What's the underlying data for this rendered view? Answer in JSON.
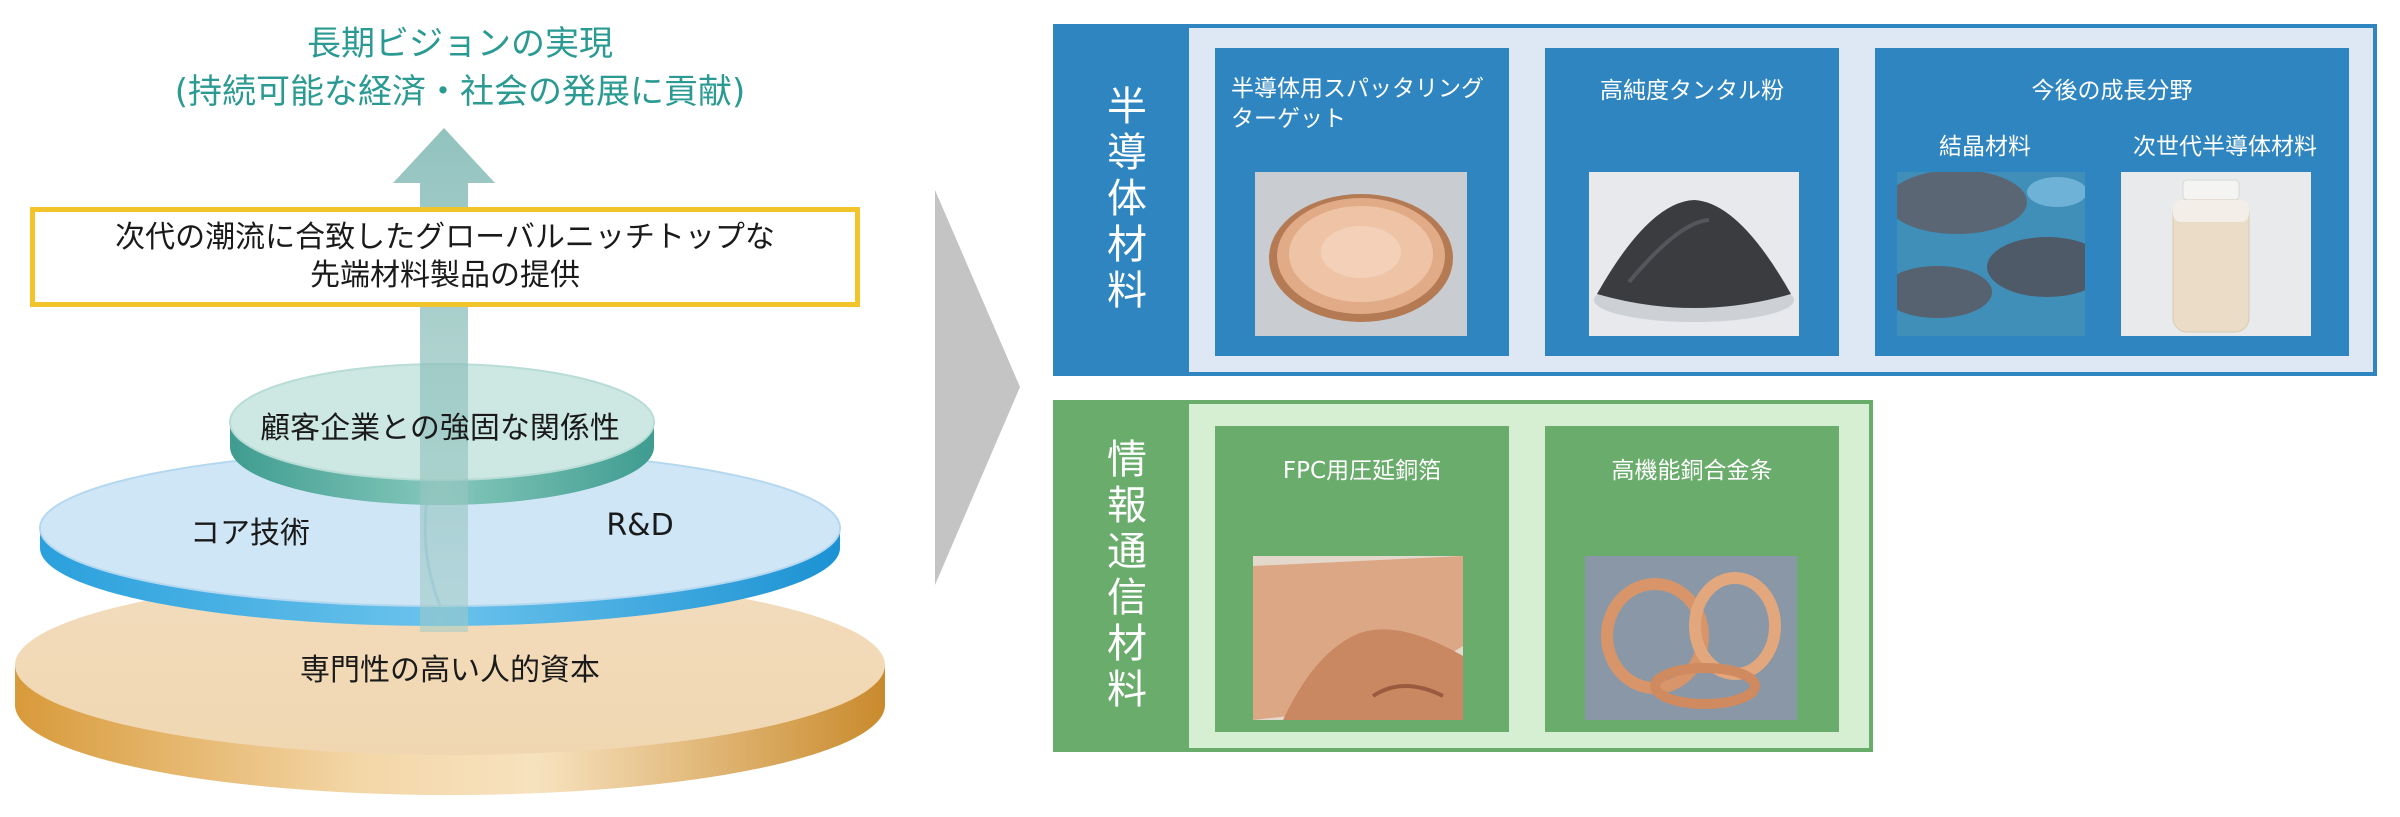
{
  "vision": {
    "line1": "長期ビジョンの実現",
    "line2": "(持続可能な経済・社会の発展に貢献)"
  },
  "mission": {
    "line1": "次代の潮流に合致したグローバルニッチトップな",
    "line2": "先端材料製品の提供"
  },
  "tiers": {
    "top": "顧客企業との強固な関係性",
    "middle_left": "コア技術",
    "middle_right": "R&D",
    "bottom": "専門性の高い人的資本"
  },
  "semiconductor": {
    "side_label": "半導体材料",
    "cards": {
      "target": "半導体用スパッタリング\nターゲット",
      "tantalum": "高純度タンタル粉",
      "growth": "今後の成長分野",
      "crystal": "結晶材料",
      "nextgen": "次世代半導体材料"
    }
  },
  "ict": {
    "side_label": "情報通信材料",
    "cards": {
      "fpc": "FPC用圧延銅箔",
      "alloy": "高機能銅合金条"
    }
  },
  "colors": {
    "vision_text": "#2a9a92",
    "mission_border": "#f2c42b",
    "semi_blue": "#2f85c0",
    "semi_panel_bg": "#dde8f4",
    "ict_green": "#6aac6c",
    "ict_panel_bg": "#d6efd2",
    "chevron": "#c4c4c4"
  }
}
